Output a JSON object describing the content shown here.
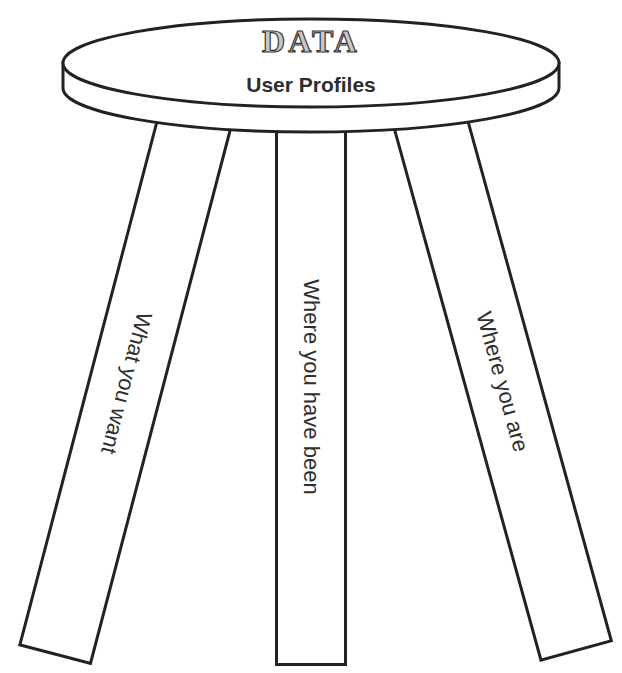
{
  "diagram": {
    "nodes": [
      {
        "text": [
          "DATA",
          "User Profiles"
        ]
      },
      {
        "text": [
          "What you want"
        ]
      },
      {
        "text": [
          "Where you have been"
        ]
      },
      {
        "text": [
          "Where you are"
        ]
      }
    ]
  }
}
